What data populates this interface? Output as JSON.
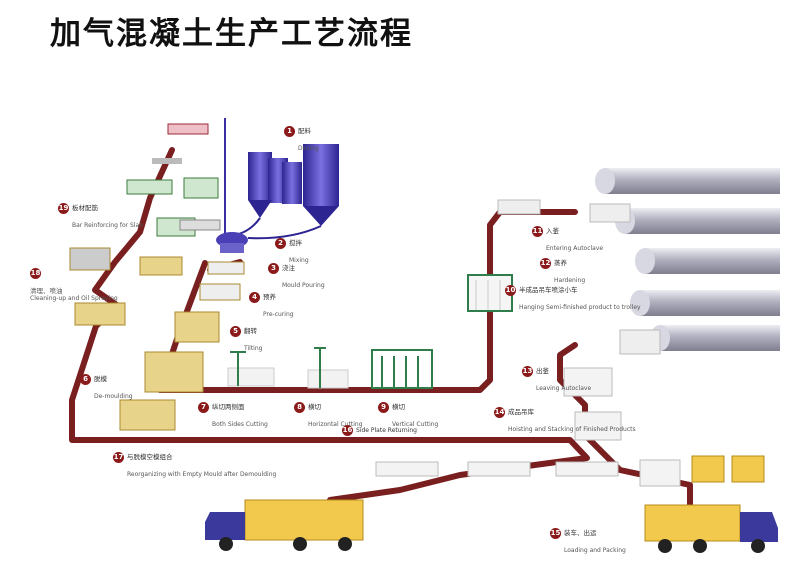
{
  "title": "加气混凝土生产工艺流程",
  "steps": [
    {
      "n": "1",
      "cn": "配料",
      "en": "Dosing"
    },
    {
      "n": "2",
      "cn": "搅拌",
      "en": "Mixing"
    },
    {
      "n": "3",
      "cn": "浇注",
      "en": "Mould Pouring"
    },
    {
      "n": "4",
      "cn": "预养",
      "en": "Pre-curing"
    },
    {
      "n": "5",
      "cn": "翻转",
      "en": "Tilting"
    },
    {
      "n": "6",
      "cn": "脱模",
      "en": "De-moulding"
    },
    {
      "n": "7",
      "cn": "纵切两侧面",
      "en": "Both Sides Cutting"
    },
    {
      "n": "8",
      "cn": "横切",
      "en": "Horizontal Cutting"
    },
    {
      "n": "9",
      "cn": "横切",
      "en": "Vertical Cutting"
    },
    {
      "n": "10",
      "cn": "半成品吊车喷涂小车",
      "en": "Hanging Semi-finished product to trolley"
    },
    {
      "n": "11",
      "cn": "入釜",
      "en": "Entering Autoclave"
    },
    {
      "n": "12",
      "cn": "蒸养",
      "en": "Hardening"
    },
    {
      "n": "13",
      "cn": "出釜",
      "en": "Leaving Autoclave"
    },
    {
      "n": "14",
      "cn": "成品吊库",
      "en": "Hoisting and Stacking of Finished Products"
    },
    {
      "n": "15",
      "cn": "装车、出运",
      "en": "Loading and Packing"
    },
    {
      "n": "16",
      "cn": "",
      "en": "Side Plate Returning"
    },
    {
      "n": "17",
      "cn": "与脱模空模组合",
      "en": "Reorganizing with Empty Mould after Demoulding"
    },
    {
      "n": "18",
      "cn": "清理、喷油",
      "en": "Cleaning-up and Oil Spraying"
    },
    {
      "n": "19",
      "cn": "板材配筋",
      "en": "Bar Reinforcing for Slab"
    }
  ],
  "colors": {
    "track": "#7a1f1f",
    "silo": "#4a3fb5",
    "autoclave": "#b9b9c4",
    "block": "#eeeeee",
    "mould": "#e8d38a",
    "truck_cab": "#3b3a9c",
    "cargo": "#f2c94c"
  }
}
